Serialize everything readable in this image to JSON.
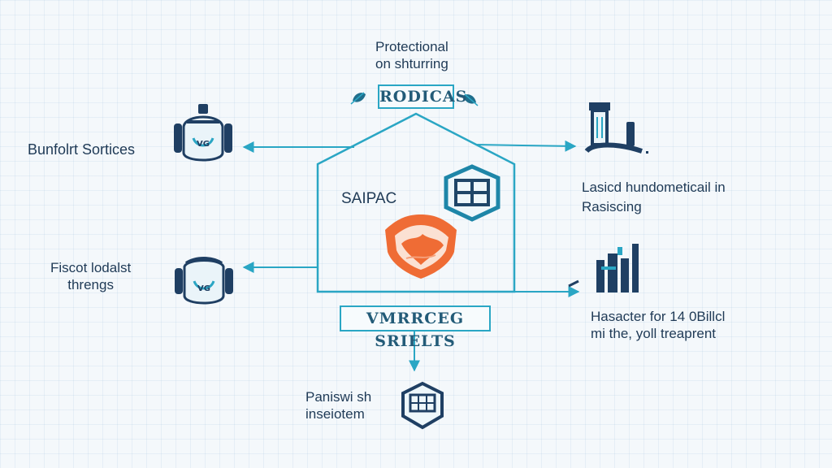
{
  "colors": {
    "line": "#2aa6c4",
    "icon_dark": "#1f3f63",
    "accent": "#ef6c35",
    "text": "#1f3a56"
  },
  "top": {
    "caption_line1": "Protectional",
    "caption_line2": "on shturring",
    "badge": "RODICAS"
  },
  "center": {
    "label": "SAIPAC"
  },
  "bottom_badge": "VMRRCEG SRIELTS",
  "left": {
    "upper_label": "Bunfolrt Sortices",
    "lower_line1": "Fiscot lodalst",
    "lower_line2": "threngs",
    "upper_icon": "robot-icon",
    "lower_icon": "robot-icon"
  },
  "right": {
    "upper_line1": "Lasicd hundometicail in",
    "upper_line2": "Rasiscing",
    "lower_line1": "Hasacter for 14 0Billcl",
    "lower_line2": "mi the, yoll treaprent",
    "upper_icon": "lab-equipment-icon",
    "lower_icon": "city-building-icon"
  },
  "bottom": {
    "line1": "Paniswi sh",
    "line2": "inseiotem",
    "icon": "shield-window-icon"
  }
}
